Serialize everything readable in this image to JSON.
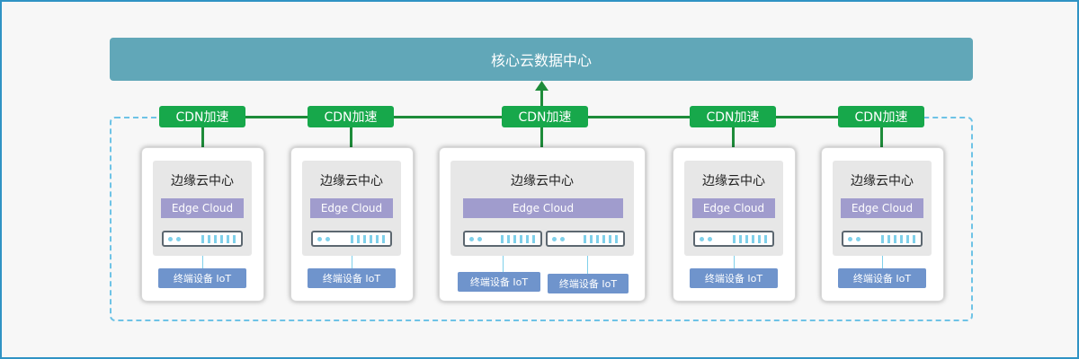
{
  "core": {
    "label": "核心云数据中心"
  },
  "cdn_label": "CDN加速",
  "edge": {
    "title": "边缘云中心",
    "bar": "Edge Cloud"
  },
  "iot_label": "终端设备 IoT",
  "colors": {
    "core": "#61a7b8",
    "cdn": "#17a84b",
    "line": "#1e8c3a",
    "edge_bar": "#a09ccd",
    "iot": "#6f94cc",
    "frame": "#6ec3e6",
    "border": "#2f93c4"
  }
}
